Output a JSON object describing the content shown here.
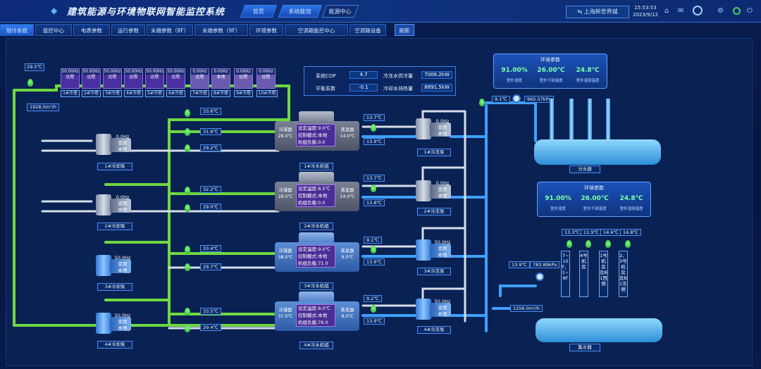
{
  "header": {
    "title": "建筑能源与环境物联网智能监控系统",
    "nav": [
      "首页",
      "系统能效",
      "能源中心"
    ],
    "location": "上海新世界城",
    "time": "15:53:53",
    "date": "2023/9/12"
  },
  "tabs": [
    "制冷系统",
    "能控中心",
    "电表参数",
    "运行参数",
    "末端参数（8F）",
    "末端参数（9F）",
    "环境参数",
    "空调箱能控中心",
    "空调箱设备",
    "刷新"
  ],
  "towers": {
    "items": [
      {
        "hz": "50.00Hz",
        "mode": "远程",
        "name": "1#冷塔",
        "on": true
      },
      {
        "hz": "50.00Hz",
        "mode": "远程",
        "name": "2#冷塔",
        "on": true
      },
      {
        "hz": "50.00Hz",
        "mode": "远程",
        "name": "3#冷塔",
        "on": true
      },
      {
        "hz": "50.00Hz",
        "mode": "远程",
        "name": "4#冷塔",
        "on": true
      },
      {
        "hz": "50.00Hz",
        "mode": "远程",
        "name": "5#冷塔",
        "on": true
      },
      {
        "hz": "50.00Hz",
        "mode": "远程",
        "name": "6#冷塔",
        "on": true
      },
      {
        "hz": "0.00Hz",
        "mode": "远程",
        "name": "7#冷塔",
        "on": false
      },
      {
        "hz": "0.00Hz",
        "mode": "本地",
        "name": "8#冷塔",
        "on": false
      },
      {
        "hz": "0.00Hz",
        "mode": "远程",
        "name": "9#冷塔",
        "on": false
      },
      {
        "hz": "0.00Hz",
        "mode": "远程",
        "name": "10#冷塔",
        "on": false
      }
    ],
    "outlet_temp": "29.5℃",
    "flow": "1928.0m³/h"
  },
  "cop": {
    "cop_label": "系统COP",
    "cop_value": "4.7",
    "cap_label": "冷冻水供冷量",
    "cap_value": "7006.2kW",
    "bal_label": "平衡系数",
    "bal_value": "-0.1",
    "heat_label": "冷却水排热量",
    "heat_value": "8891.5kW"
  },
  "cooling_pumps": [
    {
      "line1": "0.0Hz",
      "line2": "变频",
      "line3": "本地",
      "name": "1#冷却泵"
    },
    {
      "line1": "0.0Hz",
      "line2": "变频",
      "line3": "本地",
      "name": "2#冷却泵"
    },
    {
      "line1": "50.0Hz",
      "line2": "变频",
      "line3": "本地",
      "name": "3#冷却泵"
    },
    {
      "line1": "50.0Hz",
      "line2": "变频",
      "line3": "本地",
      "name": "4#冷却泵"
    }
  ],
  "chillers": [
    {
      "cond": "冷凝器",
      "cond_t": "28.0℃",
      "set": "设定温度:9.0℃",
      "ctrl": "控制模式:本地",
      "load": "机组负载:0.0",
      "evap": "蒸发器",
      "evap_t": "14.0℃",
      "name": "1#冷水机组",
      "in_t": "33.6℃",
      "mid_t": "31.6℃",
      "out_t": "29.2℃",
      "chw_out": "13.7℃",
      "chw_in": "13.9℃"
    },
    {
      "cond": "冷凝器",
      "cond_t": "28.0℃",
      "set": "设定温度:8.5℃",
      "ctrl": "控制模式:本地",
      "load": "机组负载:0.0",
      "evap": "蒸发器",
      "evap_t": "14.0℃",
      "name": "2#冷水机组",
      "in_t": "32.2℃",
      "mid_t": "",
      "out_t": "29.0℃",
      "chw_out": "13.7℃",
      "chw_in": "13.8℃"
    },
    {
      "cond": "冷凝器",
      "cond_t": "38.0℃",
      "set": "设定温度:9.0℃",
      "ctrl": "控制模式:本地",
      "load": "机组负载:71.0",
      "evap": "蒸发器",
      "evap_t": "8.0℃",
      "name": "3#冷水机组",
      "in_t": "33.4℃",
      "mid_t": "",
      "out_t": "29.7℃",
      "chw_out": "9.1℃",
      "chw_in": "13.9℃"
    },
    {
      "cond": "冷凝器",
      "cond_t": "37.0℃",
      "set": "设定温度:8.0℃",
      "ctrl": "控制模式:本地",
      "load": "机组负载:76.0",
      "evap": "蒸发器",
      "evap_t": "8.0℃",
      "name": "4#冷水机组",
      "in_t": "33.5℃",
      "mid_t": "",
      "out_t": "29.4℃",
      "chw_out": "9.2℃",
      "chw_in": "13.9℃"
    }
  ],
  "chw_pumps": [
    {
      "line1": "0.0Hz",
      "line2": "变频",
      "line3": "本地",
      "name": "1#冷冻泵"
    },
    {
      "line1": "0.0Hz",
      "line2": "变频",
      "line3": "本地",
      "name": "2#冷冻泵"
    },
    {
      "line1": "50.0Hz",
      "line2": "变频",
      "line3": "本地",
      "name": "3#冷冻泵"
    },
    {
      "line1": "50.0Hz",
      "line2": "变频",
      "line3": "本地",
      "name": "4#冷冻泵"
    }
  ],
  "env1": {
    "title": "环境参数",
    "v1": "91.00%",
    "l1": "室外湿度",
    "v2": "26.00℃",
    "l2": "室外干球温度",
    "v3": "24.8℃",
    "l3": "室外湿球温度"
  },
  "env2": {
    "title": "环境参数",
    "v1": "91.00%",
    "l1": "室外湿度",
    "v2": "26.00℃",
    "l2": "室外干球温度",
    "v3": "24.8℃",
    "l3": "室外湿球温度"
  },
  "supply": {
    "temp": "9.1℃",
    "pressure": "965.07kPa",
    "name": "分水器"
  },
  "ret": {
    "temp": "13.9℃",
    "pressure": "783.89kPa",
    "flow": "1256.0m³/h",
    "name": "集水器",
    "branches": [
      {
        "t": "13.3℃",
        "label": "7~10F、1~6F"
      },
      {
        "t": "11.9℃",
        "label": "4号机房"
      },
      {
        "t": "14.6℃",
        "label": "1号机房及B1西侧"
      },
      {
        "t": "14.8℃",
        "label": "2、3号机房及B1东侧"
      }
    ]
  }
}
